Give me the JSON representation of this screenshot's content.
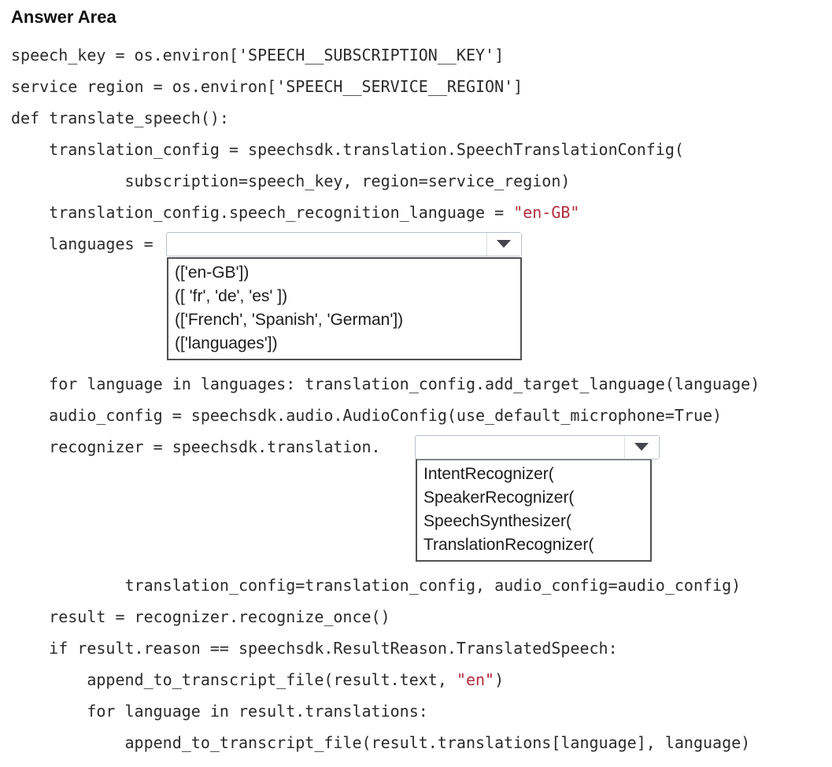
{
  "title": "Answer Area",
  "colors": {
    "code_text": "#2b2b2b",
    "string_literal": "#b22d3d",
    "combo_border": "#b9c0cc",
    "listbox_border": "#515151",
    "caret": "#45454d"
  },
  "code": {
    "l1": "speech_key = os.environ['SPEECH__SUBSCRIPTION__KEY']",
    "l2": "service region = os.environ['SPEECH__SERVICE__REGION']",
    "l3": "def translate_speech():",
    "l4": "    translation_config = speechsdk.translation.SpeechTranslationConfig(",
    "l5": "            subscription=speech_key, region=service_region)",
    "l6_pre": "    translation_config.speech_recognition_language = ",
    "l6_str": "\"en-GB\"",
    "l7_pre": "    languages = ",
    "l8": "    for language in languages: translation_config.add_target_language(language)",
    "l9": "    audio_config = speechsdk.audio.AudioConfig(use_default_microphone=True)",
    "l10_pre": "    recognizer = speechsdk.translation.",
    "l11": "            translation_config=translation_config, audio_config=audio_config)",
    "l12": "    result = recognizer.recognize_once()",
    "l13": "    if result.reason == speechsdk.ResultReason.TranslatedSpeech:",
    "l14_pre": "        append_to_transcript_file(result.text, ",
    "l14_str": "\"en\"",
    "l14_post": ")",
    "l15": "        for language in result.translations:",
    "l16": "            append_to_transcript_file(result.translations[language], language)"
  },
  "dropdown1": {
    "value": "",
    "options": [
      "(['en-GB'])",
      "([ 'fr', 'de', 'es' ])",
      "(['French', 'Spanish', 'German'])",
      "(['languages'])"
    ]
  },
  "dropdown2": {
    "value": "",
    "options": [
      "IntentRecognizer(",
      "SpeakerRecognizer(",
      "SpeechSynthesizer(",
      "TranslationRecognizer("
    ]
  }
}
